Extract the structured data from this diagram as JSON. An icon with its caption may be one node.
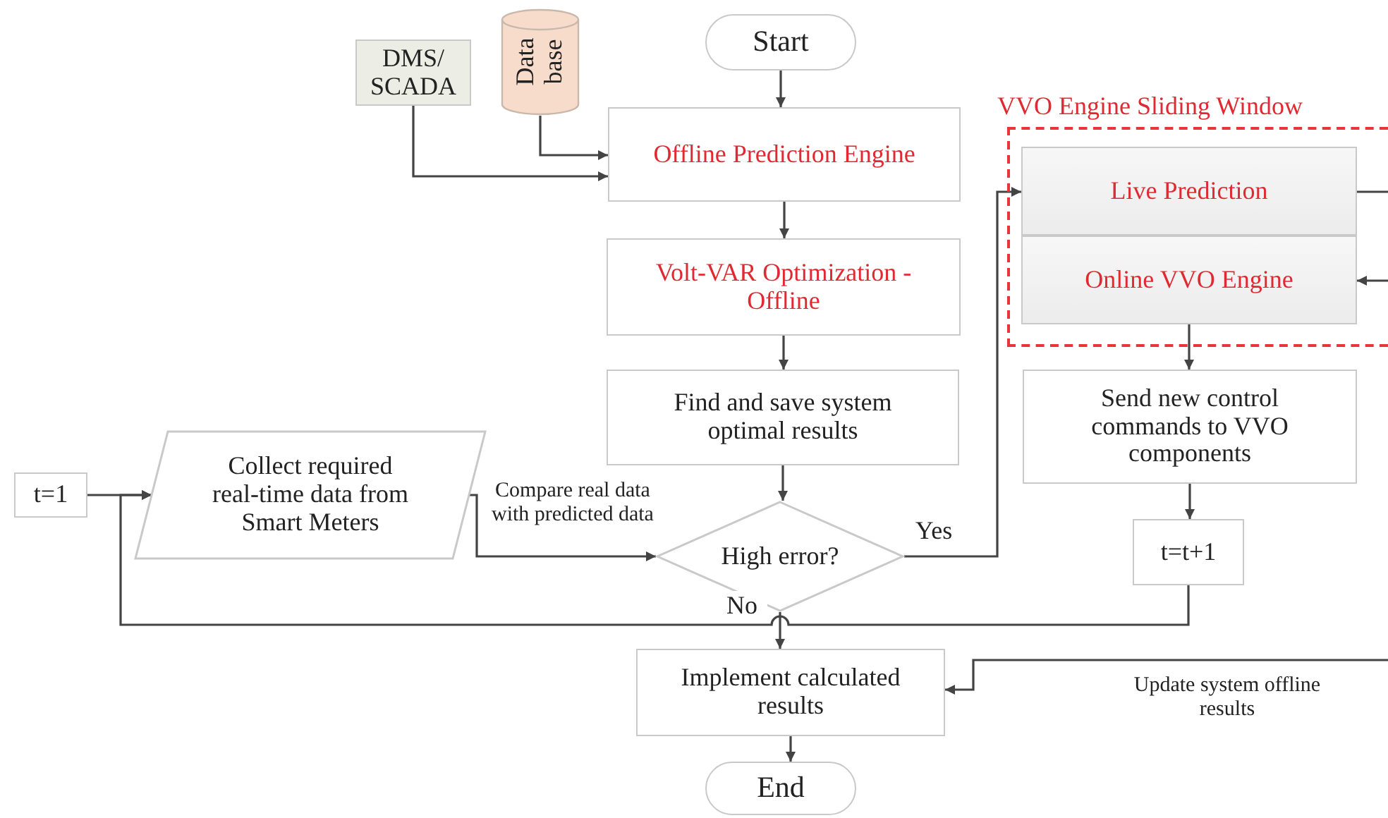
{
  "diagram": {
    "nodes": [
      {
        "text": [
          "Start"
        ]
      },
      {
        "text": [
          "DMS/ SCADA"
        ]
      },
      {
        "text": [
          "Data base"
        ]
      },
      {
        "text": [
          "Offline Prediction Engine"
        ]
      },
      {
        "text": [
          "Volt-VAR Optimization - Offline"
        ]
      },
      {
        "text": [
          "Find and save system optimal results"
        ]
      },
      {
        "text": [
          "t=1"
        ]
      },
      {
        "text": [
          "Collect required real-time data from Smart Meters"
        ]
      },
      {
        "text": [
          "High error?"
        ]
      },
      {
        "text": [
          "VVO Engine Sliding Window"
        ]
      },
      {
        "text": [
          "Live Prediction"
        ],
        "in": 9
      },
      {
        "text": [
          "Online VVO Engine"
        ],
        "in": 9
      },
      {
        "text": [
          "Send new control commands to VVO components"
        ]
      },
      {
        "text": [
          "t=t+1"
        ]
      },
      {
        "text": [
          "Implement calculated results"
        ]
      },
      {
        "text": [
          "End"
        ]
      }
    ],
    "edges": [
      {
        "from": 0,
        "to": 3,
        "arrow": "to"
      },
      {
        "from": 1,
        "to": 3,
        "arrow": "to"
      },
      {
        "from": 2,
        "to": 3,
        "arrow": "to"
      },
      {
        "from": 3,
        "to": 4,
        "arrow": "to"
      },
      {
        "from": 4,
        "to": 5,
        "arrow": "to"
      },
      {
        "from": 5,
        "to": 8,
        "arrow": "to"
      },
      {
        "from": 6,
        "to": 7,
        "arrow": "to"
      },
      {
        "from": 7,
        "to": 8,
        "arrow": "to",
        "label": "Compare real data with predicted data"
      },
      {
        "from": 8,
        "to": 10,
        "arrow": "to",
        "label": "Yes"
      },
      {
        "from": 8,
        "to": 14,
        "arrow": "to",
        "label": "No"
      },
      {
        "from": 11,
        "to": 12,
        "arrow": "to"
      },
      {
        "from": 12,
        "to": 13,
        "arrow": "to"
      },
      {
        "from": 13,
        "to": 7,
        "arrow": "to"
      },
      {
        "from": 10,
        "to": null,
        "arrow": "none"
      },
      {
        "from": null,
        "to": 11,
        "arrow": "to"
      },
      {
        "from": null,
        "to": 14,
        "arrow": "to",
        "label": "Update system offline results"
      },
      {
        "from": 14,
        "to": 15,
        "arrow": "to"
      }
    ]
  }
}
